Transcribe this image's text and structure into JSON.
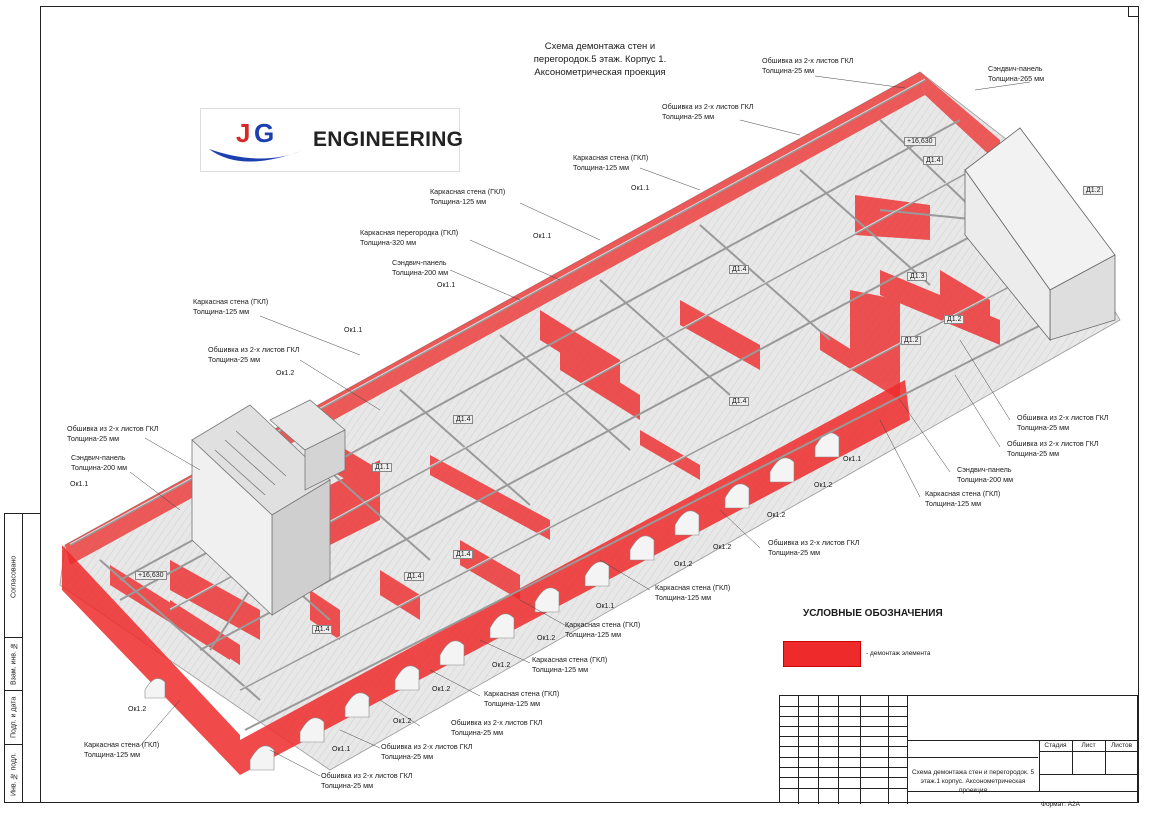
{
  "title": {
    "line1": "Схема демонтажа стен и",
    "line2": "перегородок.5 этаж. Корпус 1.",
    "line3": "Аксонометрическая проекция"
  },
  "logo": {
    "letters": "JG",
    "text": "ENGINEERING"
  },
  "colors": {
    "demolition_red": "#ee2a2a",
    "steel": "#c9c9c9",
    "frame": "#222222"
  },
  "sidebar": {
    "labels": [
      "Согласовано",
      "Взам. инв. №",
      "Подп. и дата",
      "Инв. № подл."
    ]
  },
  "callouts": [
    {
      "t1": "Обшивка из 2-х листов ГКЛ",
      "t2": "Толщина-25 мм"
    },
    {
      "t1": "Сэндвич-панель",
      "t2": "Толщина-265 мм"
    },
    {
      "t1": "Обшивка из 2-х листов ГКЛ",
      "t2": "Толщина-25 мм"
    },
    {
      "t1": "Каркасная стена (ГКЛ)",
      "t2": "Толщина-125 мм"
    },
    {
      "t1": "Каркасная стена (ГКЛ)",
      "t2": "Толщина-125 мм"
    },
    {
      "t1": "Каркасная перегородка (ГКЛ)",
      "t2": "Толщина-320 мм"
    },
    {
      "t1": "Сэндвич-панель",
      "t2": "Толщина-200 мм"
    },
    {
      "t1": "Каркасная стена (ГКЛ)",
      "t2": "Толщина-125 мм"
    },
    {
      "t1": "Обшивка из 2-х листов ГКЛ",
      "t2": "Толщина-25 мм"
    },
    {
      "t1": "Обшивка из 2-х листов ГКЛ",
      "t2": "Толщина-25 мм"
    },
    {
      "t1": "Сэндвич-панель",
      "t2": "Толщина-200 мм"
    },
    {
      "t1": "Обшивка из 2-х листов ГКЛ",
      "t2": "Толщина-25 мм"
    },
    {
      "t1": "Обшивка из 2-х листов ГКЛ",
      "t2": "Толщина-25 мм"
    },
    {
      "t1": "Сэндвич-панель",
      "t2": "Толщина-200 мм"
    },
    {
      "t1": "Каркасная стена (ГКЛ)",
      "t2": "Толщина-125 мм"
    },
    {
      "t1": "Обшивка из 2-х листов ГКЛ",
      "t2": "Толщина-25 мм"
    },
    {
      "t1": "Каркасная стена (ГКЛ)",
      "t2": "Толщина-125 мм"
    },
    {
      "t1": "Каркасная стена (ГКЛ)",
      "t2": "Толщина-125 мм"
    },
    {
      "t1": "Каркасная стена (ГКЛ)",
      "t2": "Толщина-125 мм"
    },
    {
      "t1": "Каркасная стена (ГКЛ)",
      "t2": "Толщина-125 мм"
    },
    {
      "t1": "Обшивка из 2-х листов ГКЛ",
      "t2": "Толщина-25 мм"
    },
    {
      "t1": "Обшивка из 2-х листов ГКЛ",
      "t2": "Толщина-25 мм"
    },
    {
      "t1": "Обшивка из 2-х листов ГКЛ",
      "t2": "Толщина-25 мм"
    },
    {
      "t1": "Каркасная стена (ГКЛ)",
      "t2": "Толщина-125 мм"
    }
  ],
  "tags": {
    "ok11": "Ок1.1",
    "ok12": "Ок1.2",
    "d11": "Д1.1",
    "d12": "Д1.2",
    "d13": "Д1.3",
    "d14": "Д1.4",
    "elev": "+16,630"
  },
  "legend": {
    "title": "УСЛОВНЫЕ ОБОЗНАЧЕНИЯ",
    "item": "- демонтаж элемента"
  },
  "stamp": {
    "stage": "Стадия",
    "sheet": "Лист",
    "sheets": "Листов",
    "description": "Схема демонтажа стен и перегородок. 5 этаж.1 корпус. Аксонометрическая проекция",
    "format": "Формат: А2А"
  }
}
